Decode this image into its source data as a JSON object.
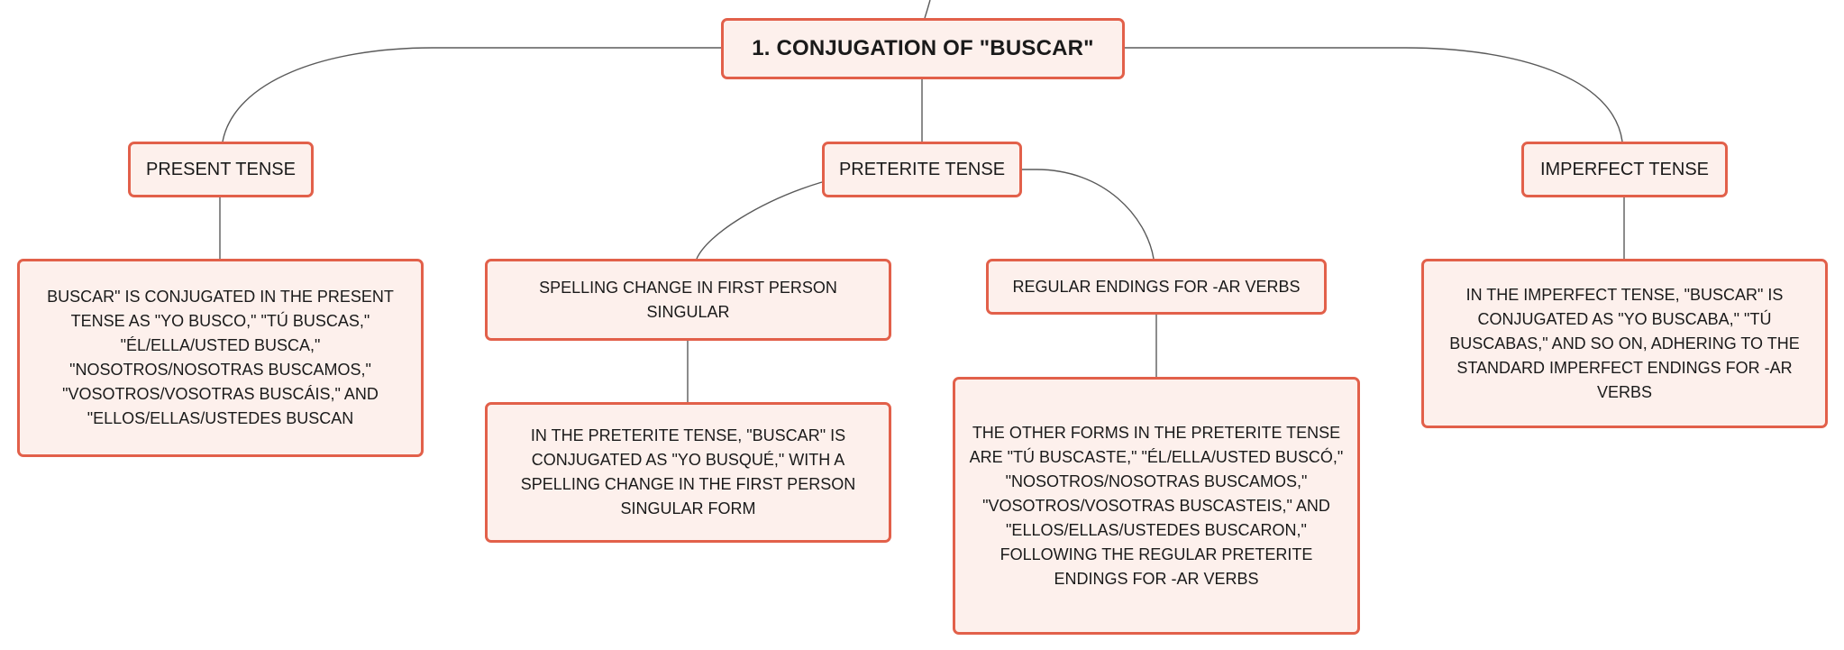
{
  "diagram": {
    "root": "1. CONJUGATION OF \"BUSCAR\"",
    "branches": {
      "present": "PRESENT TENSE",
      "preterite": "PRETERITE TENSE",
      "imperfect": "IMPERFECT TENSE"
    },
    "present_detail": "BUSCAR\" IS CONJUGATED IN THE PRESENT TENSE AS \"YO BUSCO,\" \"TÚ BUSCAS,\" \"ÉL/ELLA/USTED BUSCA,\" \"NOSOTROS/NOSOTRAS BUSCAMOS,\" \"VOSOTROS/VOSOTRAS BUSCÁIS,\" AND \"ELLOS/ELLAS/USTEDES BUSCAN",
    "spelling_change": "SPELLING CHANGE IN FIRST PERSON SINGULAR",
    "preterite_detail": "IN THE PRETERITE TENSE, \"BUSCAR\" IS CONJUGATED AS \"YO BUSQUÉ,\" WITH A SPELLING CHANGE IN THE FIRST PERSON SINGULAR FORM",
    "regular_endings": "REGULAR ENDINGS FOR -AR VERBS",
    "other_forms": "THE OTHER FORMS IN THE PRETERITE TENSE ARE \"TÚ BUSCASTE,\" \"ÉL/ELLA/USTED BUSCÓ,\" \"NOSOTROS/NOSOTRAS BUSCAMOS,\" \"VOSOTROS/VOSOTRAS BUSCASTEIS,\" AND \"ELLOS/ELLAS/USTEDES BUSCARON,\" FOLLOWING THE REGULAR PRETERITE ENDINGS FOR -AR VERBS",
    "imperfect_detail": "IN THE IMPERFECT TENSE, \"BUSCAR\" IS CONJUGATED AS \"YO BUSCABA,\" \"TÚ BUSCABAS,\" AND SO ON, ADHERING TO THE STANDARD IMPERFECT ENDINGS FOR -AR VERBS"
  },
  "colors": {
    "node_border": "#e2604a",
    "node_fill": "#fdf0ec",
    "connector": "#555555"
  }
}
